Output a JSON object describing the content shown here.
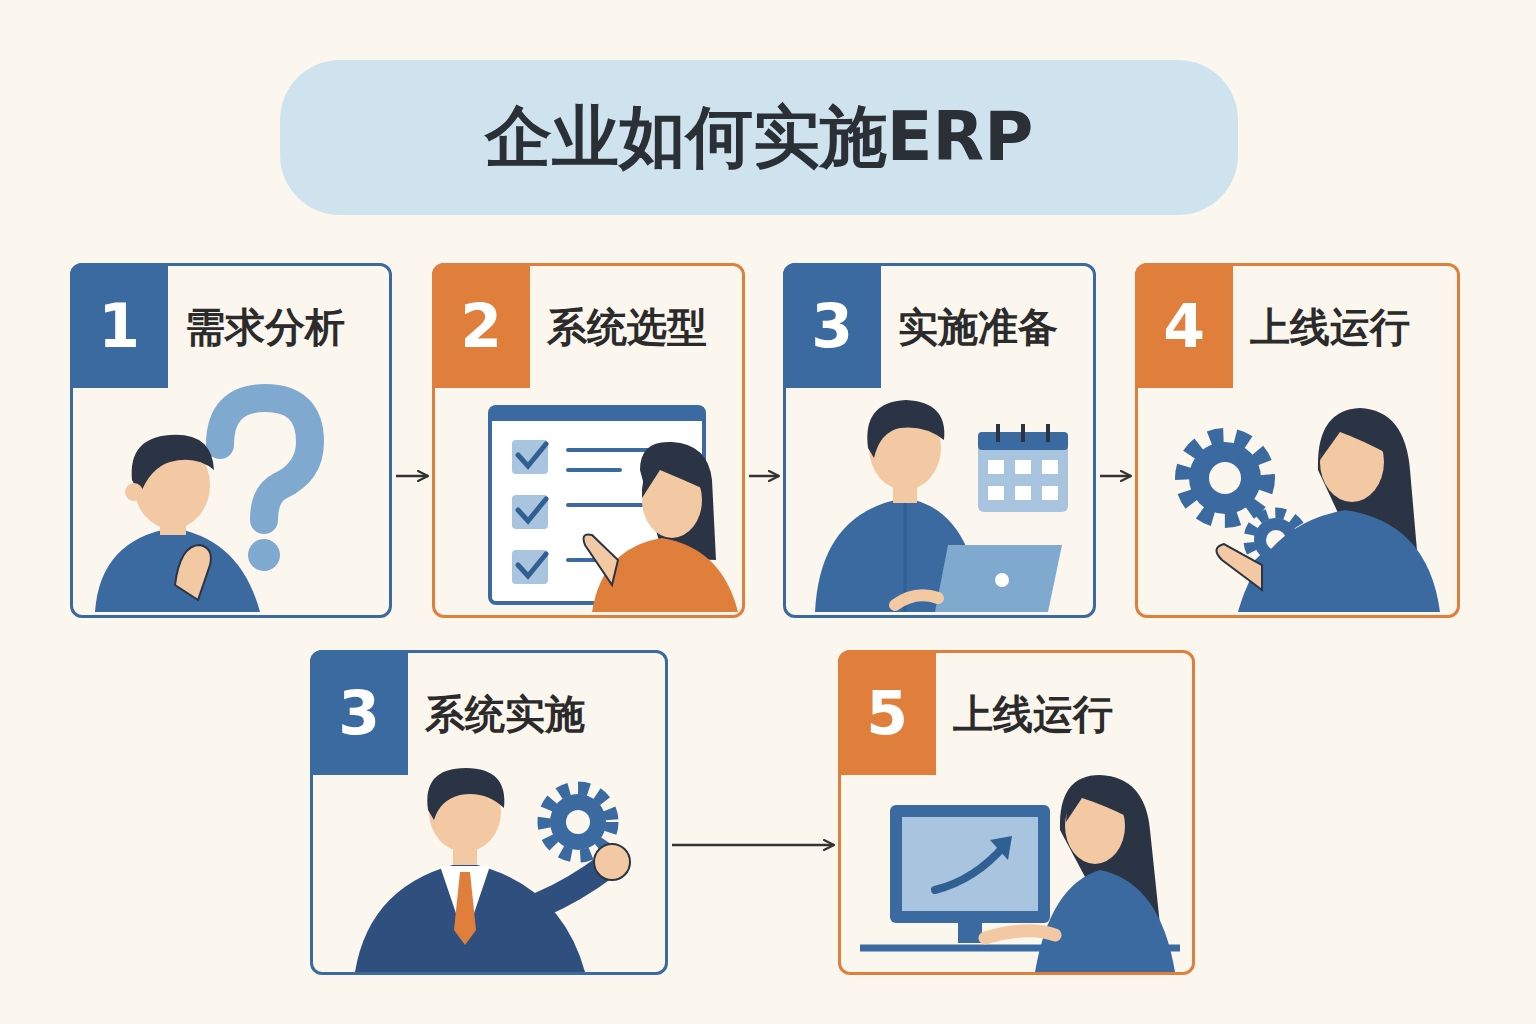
{
  "diagram": {
    "title": "企业如何实施ERP",
    "nodes": [
      {
        "text": [
          "1",
          "需求分析"
        ]
      },
      {
        "text": [
          "2",
          "系统选型"
        ]
      },
      {
        "text": [
          "3",
          "实施准备"
        ]
      },
      {
        "text": [
          "4",
          "上线运行"
        ]
      },
      {
        "text": [
          "3",
          "系统实施"
        ]
      },
      {
        "text": [
          "5",
          "上线运行"
        ]
      }
    ],
    "edges": [
      {
        "from": 0,
        "to": 1,
        "arrow": "to"
      },
      {
        "from": 1,
        "to": 2,
        "arrow": "to"
      },
      {
        "from": 2,
        "to": 3,
        "arrow": "to"
      },
      {
        "from": 4,
        "to": 5,
        "arrow": "to"
      }
    ]
  }
}
